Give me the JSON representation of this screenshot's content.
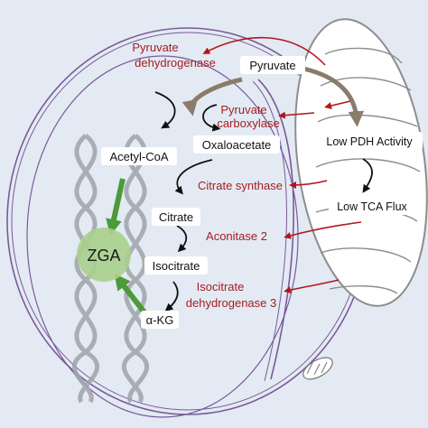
{
  "labels": {
    "pyruvate_top": "Pyruvate",
    "pyruvate_dehydrogenase_1": "Pyruvate",
    "pyruvate_dehydrogenase_2": "dehydrogenase",
    "pyruvate_carboxylase_1": "Pyruvate",
    "pyruvate_carboxylase_2": "carboxylase",
    "oxaloacetate": "Oxaloacetate",
    "acetyl_coa": "Acetyl-CoA",
    "citrate_synthase": "Citrate synthase",
    "citrate": "Citrate",
    "aconitase": "Aconitase 2",
    "isocitrate": "Isocitrate",
    "isocitrate_dehydrogenase_1": "Isocitrate",
    "isocitrate_dehydrogenase_2": "dehydrogenase 3",
    "alpha_kg": "α-KG",
    "zga": "ZGA",
    "low_pdh": "Low PDH Activity",
    "low_tca": "Low TCA Flux"
  },
  "colors": {
    "background": "#e3eaf3",
    "cell_outline": "#7a5a9a",
    "enzyme_text": "#a41e22",
    "red_arrow": "#b3161c",
    "brown_arrow": "#8b7b6b",
    "green_arrow": "#4c9a3a",
    "zga_fill": "#a8d08d",
    "dna": "#9ea4aa",
    "mito": "#8d8d8d"
  }
}
